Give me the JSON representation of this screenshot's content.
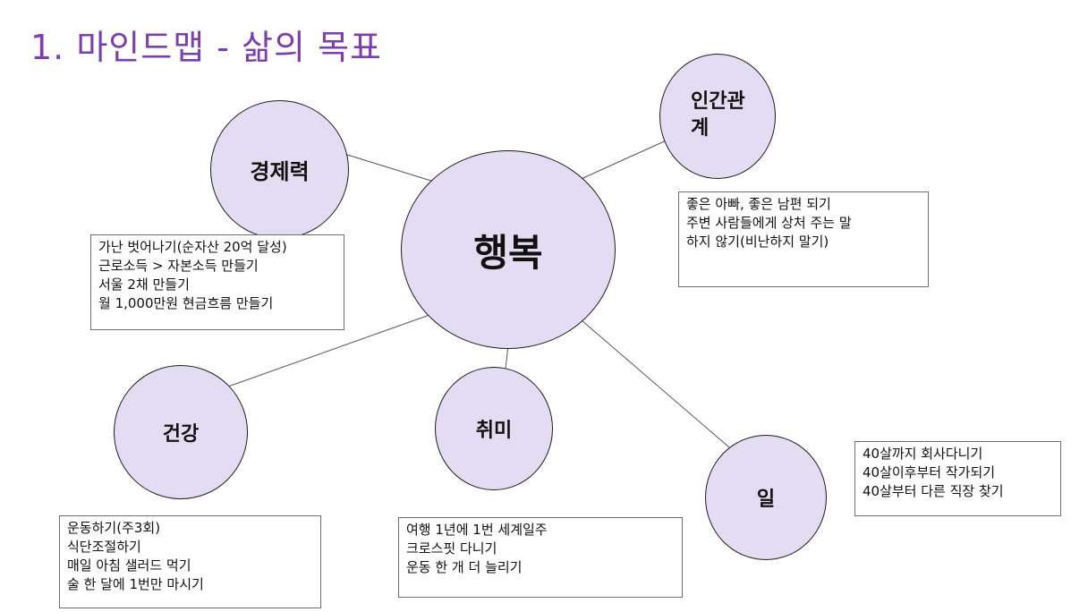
{
  "title": "1. 마인드맵 - 삶의 목표",
  "center": {
    "label": "행복"
  },
  "branches": [
    {
      "label": "경제력",
      "items": [
        "가난 벗어나기(순자산 20억 달성)",
        "근로소득 > 자본소득 만들기",
        "서울 2채 만들기",
        "월 1,000만원 현금흐름 만들기"
      ]
    },
    {
      "label_line1": "인간관",
      "label_line2": "계",
      "items": [
        "좋은 아빠, 좋은 남편 되기",
        "주변 사람들에게 상처 주는 말",
        "하지 않기(비난하지 말기)"
      ]
    },
    {
      "label": "건강",
      "items": [
        "운동하기(주3회)",
        "식단조절하기",
        "매일 아침 샐러드 먹기",
        "술 한 달에 1번만 마시기"
      ]
    },
    {
      "label": "취미",
      "items": [
        "여행 1년에 1번 세계일주",
        "크로스핏 다니기",
        "운동 한 개 더 늘리기"
      ]
    },
    {
      "label": "일",
      "items": [
        "40살까지 회사다니기",
        "40살이후부터 작가되기",
        "40살부터 다른 직장 찾기"
      ]
    }
  ],
  "colors": {
    "title": "#7b3fb0",
    "circle_fill": "#e4dcf3",
    "line": "#555555"
  }
}
